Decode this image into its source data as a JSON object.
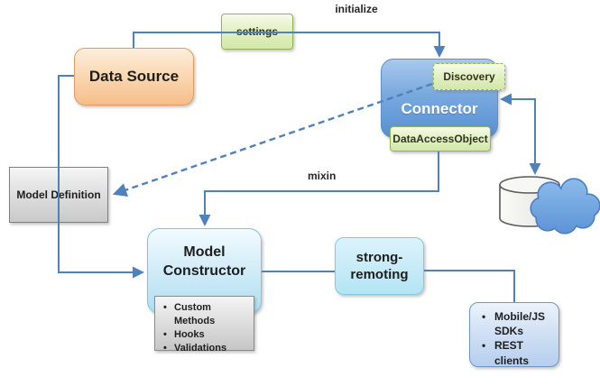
{
  "diagram": {
    "nodes": {
      "settings": {
        "label": "settings"
      },
      "data_source": {
        "label": "Data Source"
      },
      "connector": {
        "label": "Connector"
      },
      "discovery": {
        "label": "Discovery"
      },
      "data_access_object": {
        "label": "DataAccessObject"
      },
      "model_definition": {
        "label": "Model Definition"
      },
      "model_constructor": {
        "label": "Model Constructor",
        "features": [
          "Custom Methods",
          "Hooks",
          "Validations"
        ]
      },
      "strong_remoting": {
        "label": "strong-remoting"
      },
      "clients": {
        "items": [
          "Mobile/JS SDKs",
          "REST clients"
        ]
      },
      "datastore": {
        "icons": [
          "database-cylinder",
          "cloud"
        ]
      }
    },
    "edge_labels": {
      "initialize": "initialize",
      "mixin": "mixin"
    },
    "colors": {
      "line_blue": "#4f81bd",
      "dashed_blue": "#4f81bd",
      "green_border": "#94b353",
      "green_fill_top": "#f6fbe9",
      "green_fill_bottom": "#d2e7ab",
      "orange_fill_top": "#fdeedd",
      "orange_fill_bottom": "#f6bd8b",
      "orange_border": "#e09c62",
      "connector_fill_top": "#a9c9ed",
      "connector_fill_bottom": "#5590d2",
      "gray_fill_top": "#f5f5f5",
      "gray_fill_bottom": "#c9c9c9",
      "cyan_fill_top": "#f2fbfe",
      "cyan_fill_bottom": "#aedff2",
      "periwinkle_fill_top": "#ecf3fb",
      "periwinkle_fill_bottom": "#b5cfef",
      "cloud_fill": "#6ba5e3",
      "cloud_border": "#4a7fc1",
      "cylinder_fill": "#f2f1ee",
      "cylinder_border": "#58585a"
    }
  }
}
